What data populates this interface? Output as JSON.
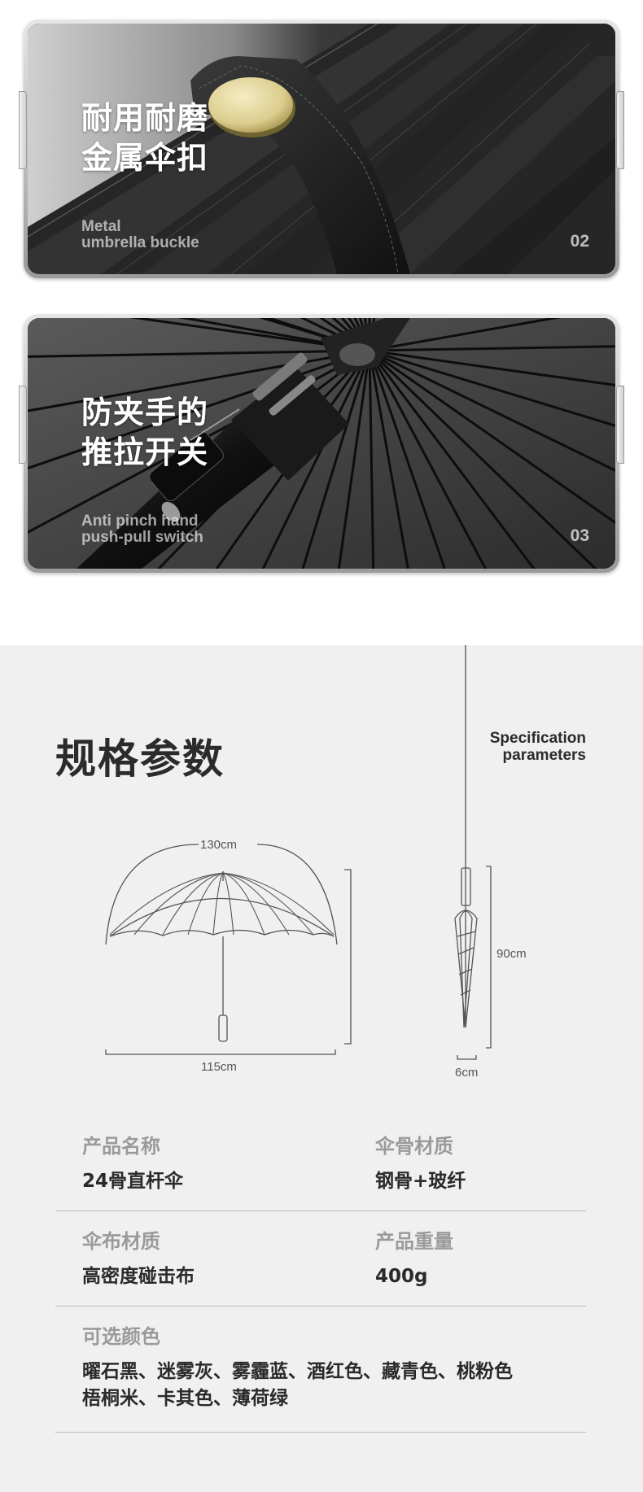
{
  "cards": [
    {
      "title": "耐用耐磨\n金属伞扣",
      "subtitle": "Metal\numbrella buckle",
      "number": "02"
    },
    {
      "title": "防夹手的\n推拉开关",
      "subtitle": "Anti pinch hand\npush-pull switch",
      "number": "03"
    }
  ],
  "spec": {
    "title": "规格参数",
    "title_en": "Specification\nparameters",
    "diagram": {
      "open_arc": "130cm",
      "open_width": "115cm",
      "closed_length": "90cm",
      "closed_width": "6cm"
    },
    "fields": {
      "name_label": "产品名称",
      "name_value": "24骨直杆伞",
      "rib_label": "伞骨材质",
      "rib_value": "钢骨+玻纤",
      "fabric_label": "伞布材质",
      "fabric_value": "高密度碰击布",
      "weight_label": "产品重量",
      "weight_value": "400g",
      "color_label": "可选颜色",
      "color_value": "曜石黑、迷雾灰、雾霾蓝、酒红色、藏青色、桃粉色\n梧桐米、卡其色、薄荷绿"
    }
  },
  "colors": {
    "card_bg": "#2a2a2a",
    "buckle_gold": "#e6d9a3",
    "spec_bg": "#f0f0f0",
    "label_gray": "#9a9a9a"
  }
}
